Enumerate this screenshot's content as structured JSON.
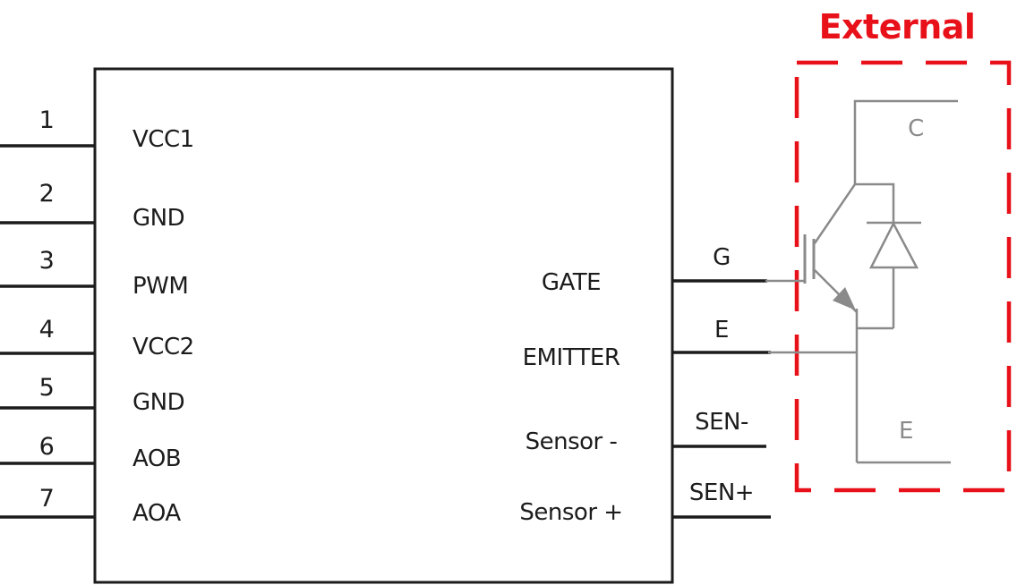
{
  "colors": {
    "accent_red": "#e8111a",
    "wire_gray": "#8a8a8a",
    "line_black": "#1c1c1c",
    "background": "#ffffff"
  },
  "ic": {
    "left_pins": [
      {
        "number": "1",
        "label": "VCC1"
      },
      {
        "number": "2",
        "label": "GND"
      },
      {
        "number": "3",
        "label": "PWM"
      },
      {
        "number": "4",
        "label": "VCC2"
      },
      {
        "number": "5",
        "label": "GND"
      },
      {
        "number": "6",
        "label": "AOB"
      },
      {
        "number": "7",
        "label": "AOA"
      }
    ],
    "right_pins": [
      {
        "label": "GATE",
        "wire_label": "G"
      },
      {
        "label": "EMITTER",
        "wire_label": "E"
      },
      {
        "label": "Sensor -",
        "wire_label": "SEN-"
      },
      {
        "label": "Sensor +",
        "wire_label": "SEN+"
      }
    ]
  },
  "external": {
    "title": "External",
    "collector_label": "C",
    "emitter_label": "E"
  }
}
